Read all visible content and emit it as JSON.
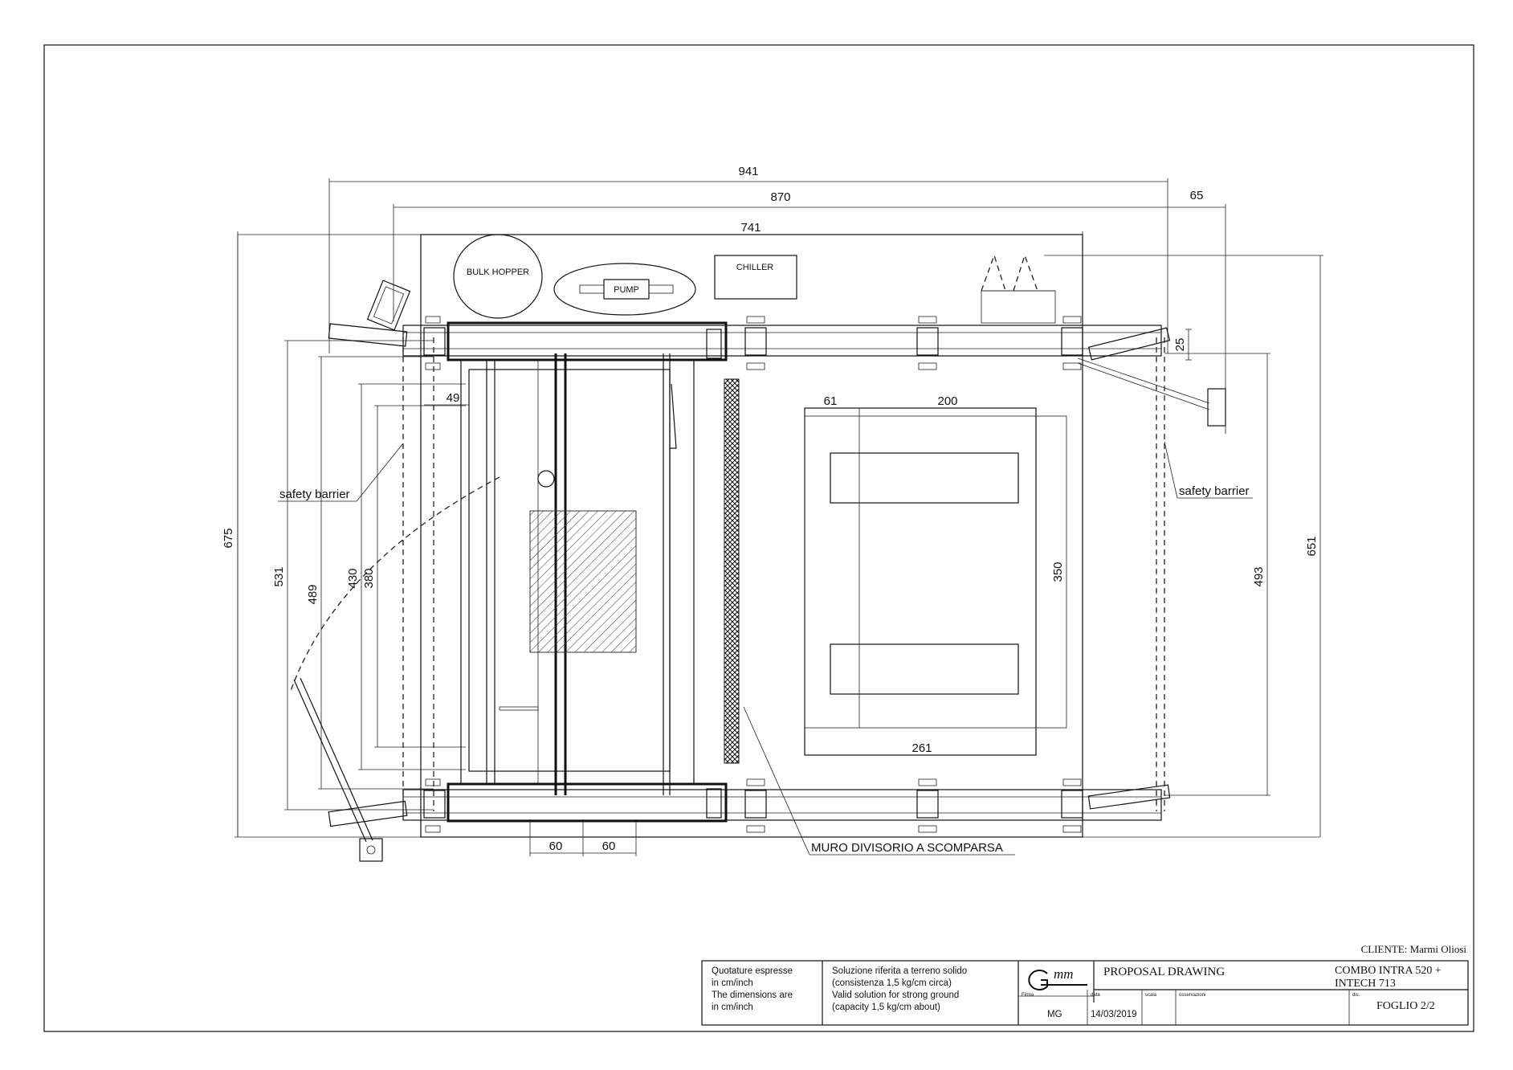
{
  "dimensions": {
    "d941": "941",
    "d870": "870",
    "d65": "65",
    "d741": "741",
    "d25": "25",
    "d49": "49",
    "d61": "61",
    "d200": "200",
    "d675": "675",
    "d531": "531",
    "d489": "489",
    "d430": "430",
    "d380": "380",
    "d350": "350",
    "d493": "493",
    "d651": "651",
    "d261": "261",
    "d60a": "60",
    "d60b": "60"
  },
  "labels": {
    "bulk_hopper": "BULK HOPPER",
    "pump": "PUMP",
    "chiller": "CHILLER",
    "safety_barrier_left": "safety barrier",
    "safety_barrier_right": "safety barrier",
    "muro": "MURO DIVISORIO A SCOMPARSA"
  },
  "title_block": {
    "cliente": "CLIENTE: Marmi Oliosi",
    "units_it_1": "Quotature espresse",
    "units_it_2": "in cm/inch",
    "units_en_1": "The dimensions are",
    "units_en_2": "in cm/inch",
    "ground_it_1": "Soluzione riferita a terreno solido",
    "ground_it_2": "(consistenza 1,5 kg/cm circa)",
    "ground_en_1": "Valid solution for strong ground",
    "ground_en_2": "(capacity 1,5 kg/cm about)",
    "logo": "mm",
    "drawing_type": "PROPOSAL DRAWING",
    "product_1": "COMBO INTRA 520 +",
    "product_2": "INTECH 713",
    "firma_hdr": "Firma",
    "data_hdr": "data",
    "scala_hdr": "scala",
    "osservazioni_hdr": "osservazioni",
    "dis_hdr": "dis.",
    "firma": "MG",
    "data": "14/03/2019",
    "foglio": "FOGLIO 2/2"
  }
}
